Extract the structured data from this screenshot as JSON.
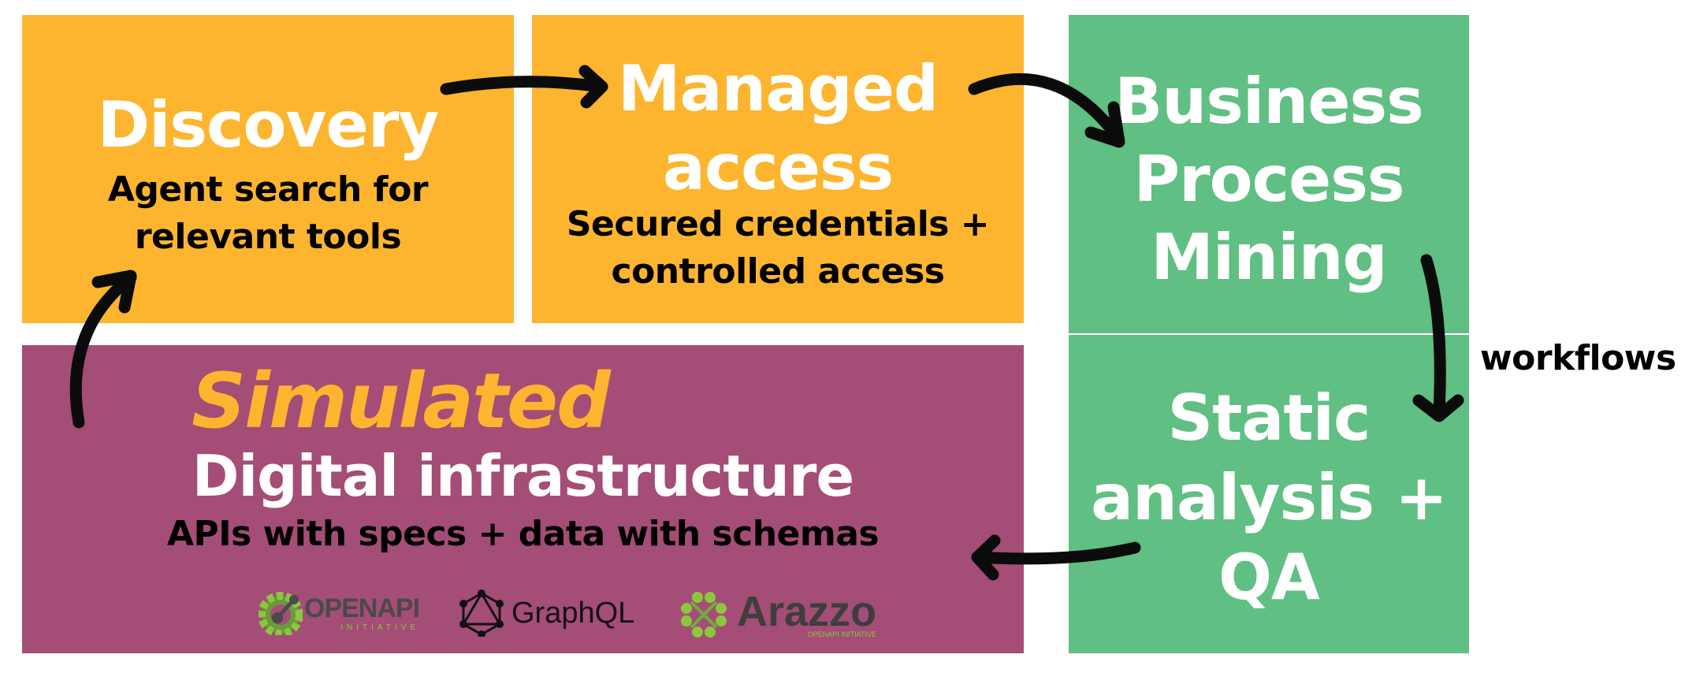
{
  "boxes": {
    "discovery": {
      "title": "Discovery",
      "subtitle_lines": [
        "Agent search for",
        "relevant tools"
      ],
      "color": "#FDB52F"
    },
    "managed_access": {
      "title_lines": [
        "Managed",
        "access"
      ],
      "subtitle_lines": [
        "Secured credentials +",
        "controlled access"
      ],
      "color": "#FDB52F"
    },
    "business_process_mining": {
      "title_lines": [
        "Business",
        "Process",
        "Mining"
      ],
      "color": "#60BF82"
    },
    "static_analysis": {
      "title_lines": [
        "Static",
        "analysis +",
        "QA"
      ],
      "color": "#60BF82"
    },
    "digital_infrastructure": {
      "highlight": "Simulated",
      "highlight_color": "#FDB52F",
      "title": "Digital infrastructure",
      "subtitle": "APIs with specs + data with schemas",
      "color": "#A44D76",
      "logos": {
        "openapi": {
          "name": "OPENAPI",
          "tagline": "INITIATIVE"
        },
        "graphql": {
          "name": "GraphQL"
        },
        "arazzo": {
          "name": "Arazzo",
          "tagline": "OPENAPI INITIATIVE"
        }
      }
    }
  },
  "edge_labels": {
    "bpm_to_static": "workflows"
  },
  "flow": [
    {
      "from": "discovery",
      "to": "managed_access"
    },
    {
      "from": "managed_access",
      "to": "business_process_mining"
    },
    {
      "from": "business_process_mining",
      "to": "static_analysis",
      "label": "workflows"
    },
    {
      "from": "static_analysis",
      "to": "digital_infrastructure"
    },
    {
      "from": "digital_infrastructure",
      "to": "discovery"
    }
  ]
}
